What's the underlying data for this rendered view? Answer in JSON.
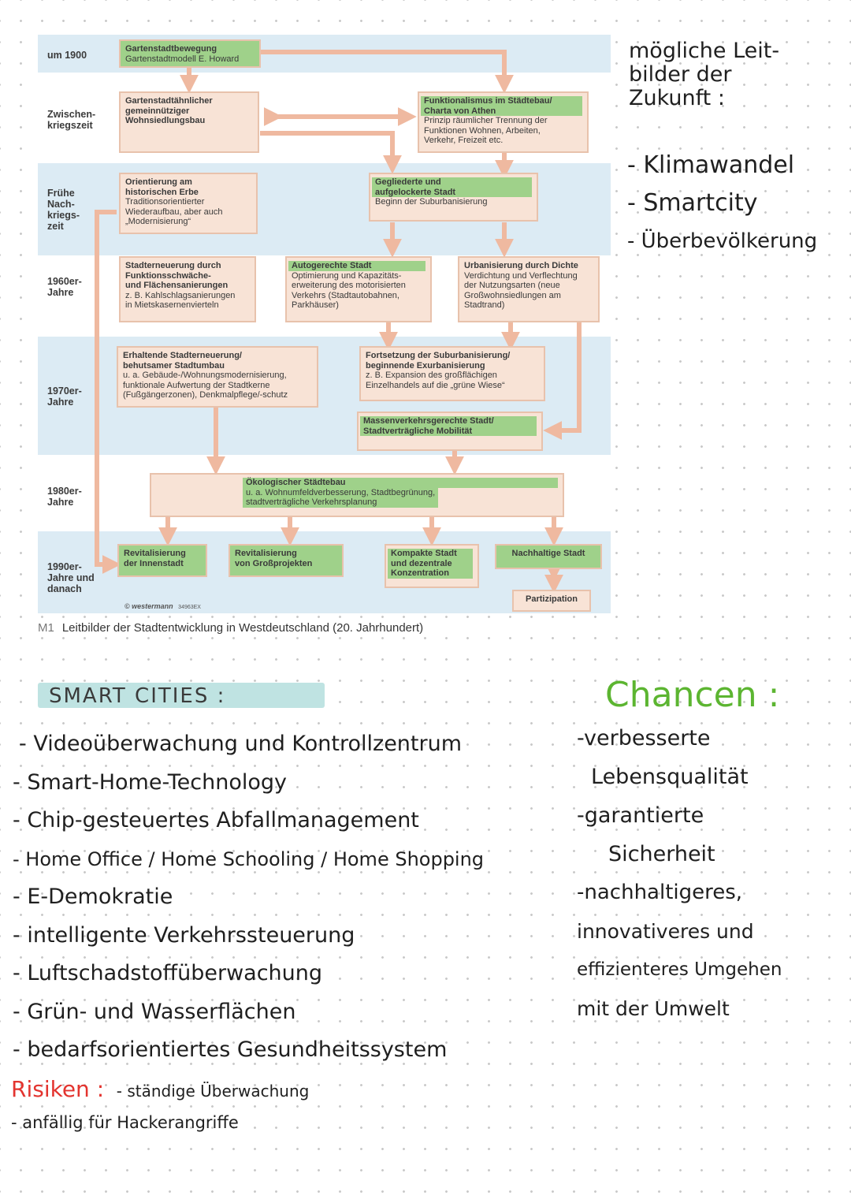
{
  "diagram": {
    "eras": [
      "um 1900",
      "Zwischen-\nkriegszeit",
      "Frühe\nNach-\nkriegs-\nzeit",
      "1960er-\nJahre",
      "1970er-\nJahre",
      "1980er-\nJahre",
      "1990er-\nJahre und\ndanach"
    ],
    "boxes": {
      "garten": {
        "title": "Gartenstadtbewegung",
        "sub": "Gartenstadtmodell E. Howard"
      },
      "gartenaehnlich": {
        "title": "Gartenstadtähnlicher\ngemeinnütziger\nWohnsiedlungsbau"
      },
      "funktionalismus": {
        "title": "Funktionalismus im Städtebau/\nCharta von Athen",
        "sub": "Prinzip räumlicher Trennung der\nFunktionen Wohnen, Arbeiten,\nVerkehr, Freizeit etc."
      },
      "erbe": {
        "title": "Orientierung am\nhistorischen Erbe",
        "sub": "Traditionsorientierter\nWiederaufbau, aber auch\n„Modernisierung“"
      },
      "gegliedert": {
        "title": "Gegliederte und\naufgelockerte Stadt",
        "sub": "Beginn der Suburbanisierung"
      },
      "stadterneuerung": {
        "title": "Stadterneuerung durch\nFunktionsschwäche-\nund Flächensanierungen",
        "sub": "z. B. Kahlschlagsanierungen\nin Mietskasernenvierteln"
      },
      "autogerecht": {
        "title": "Autogerechte Stadt",
        "sub": "Optimierung und Kapazitäts-\nerweiterung des motorisierten\nVerkehrs (Stadtautobahnen,\nParkhäuser)"
      },
      "urbanisierung": {
        "title": "Urbanisierung durch Dichte",
        "sub": "Verdichtung und Verflechtung\nder Nutzungsarten (neue\nGroßwohnsiedlungen am\nStadtrand)"
      },
      "erhaltend": {
        "title": "Erhaltende Stadterneuerung/\nbehutsamer Stadtumbau",
        "sub": "u. a. Gebäude-/Wohnungsmodernisierung,\nfunktionale Aufwertung der Stadtkerne\n(Fußgängerzonen), Denkmalpflege/-schutz"
      },
      "fortsetzung": {
        "title": "Fortsetzung der Suburbanisierung/\nbeginnende Exurbanisierung",
        "sub": "z. B. Expansion des großflächigen\nEinzelhandels auf die „grüne Wiese“"
      },
      "massenverkehr": {
        "title": "Massenverkehrsgerechte Stadt/\nStadtverträgliche Mobilität"
      },
      "oekologisch": {
        "title": "Ökologischer Städtebau",
        "sub": "u. a. Wohnumfeldverbesserung, Stadtbegrünung,\nstadtverträgliche Verkehrsplanung"
      },
      "revi_innen": {
        "title": "Revitalisierung\nder Innenstadt"
      },
      "revi_gross": {
        "title": "Revitalisierung\nvon Großprojekten"
      },
      "kompakt": {
        "title": "Kompakte Stadt\nund dezentrale\nKonzentration"
      },
      "nachhaltig": {
        "title": "Nachhaltige Stadt"
      },
      "partizipation": {
        "title": "Partizipation"
      }
    },
    "copyright": "© westermann",
    "code": "34963EX",
    "caption_label": "M1",
    "caption": "Leitbilder der Stadtentwicklung in Westdeutschland (20. Jahrhundert)"
  },
  "notes": {
    "leitbilder_title_1": "mögliche Leit-",
    "leitbilder_title_2": "bilder der",
    "leitbilder_title_3": "Zukunft :",
    "leitbilder": [
      "- Klimawandel",
      "- Smartcity",
      "- Überbevölkerung"
    ],
    "smart_title": "SMART CITIES :",
    "smart_items": [
      "- Videoüberwachung und Kontrollzentrum",
      "- Smart-Home-Technology",
      "- Chip-gesteuertes Abfallmanagement",
      "- Home Office / Home Schooling / Home Shopping",
      "- E-Demokratie",
      "- intelligente Verkehrssteuerung",
      "- Luftschadstoffüberwachung",
      "- Grün- und Wasserflächen",
      "- bedarfsorientiertes Gesundheitssystem"
    ],
    "chancen_title": "Chancen :",
    "chancen_lines": [
      "-verbesserte",
      "Lebensqualität",
      "-garantierte",
      "Sicherheit",
      "-nachhaltigeres,",
      "innovativeres und",
      "effizienteres Umgehen",
      "mit der Umwelt"
    ],
    "risiken_title": "Risiken :",
    "risiken_1": "- ständige Überwachung",
    "risiken_2": "- anfällig für Hackerangriffe"
  },
  "colors": {
    "band": "#dcebf4",
    "box": "#f8e3d6",
    "highlight": "#9fd18a",
    "arrow": "#efb9a0",
    "chancen": "#5cb531",
    "risiken": "#e3342f",
    "smart_bg": "#bfe3e2"
  }
}
